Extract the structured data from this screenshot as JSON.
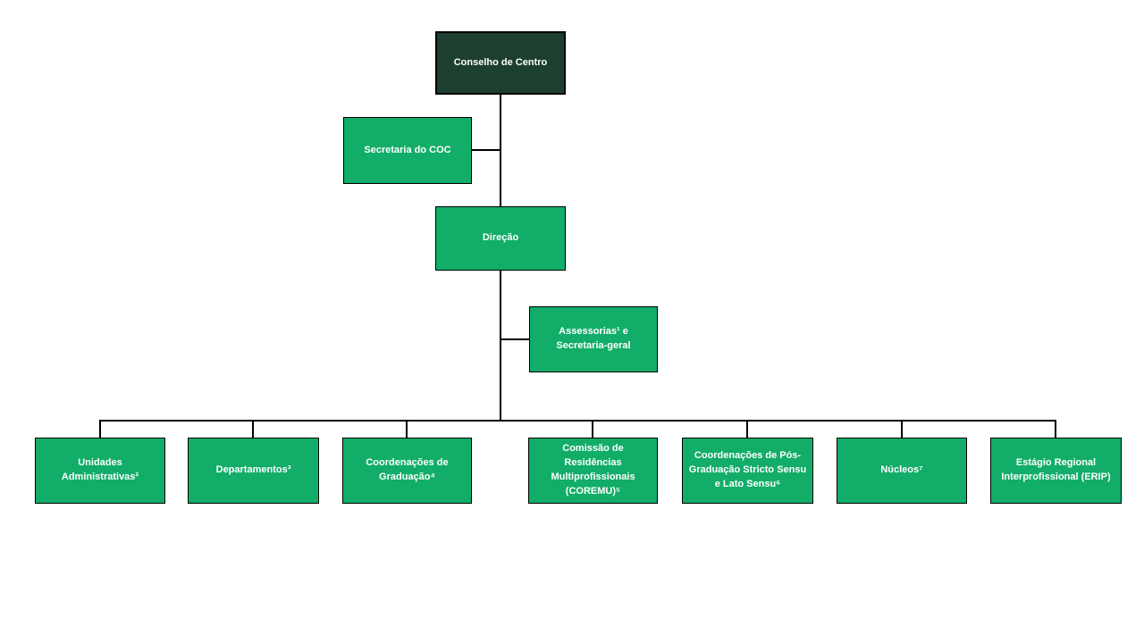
{
  "colors": {
    "root_fill": "#1d3f2f",
    "node_fill": "#12ad68",
    "border": "#000000",
    "text": "#ffffff",
    "connector": "#000000",
    "canvas_bg": "#ffffff"
  },
  "chart": {
    "type": "org-chart",
    "root": "Conselho de Centro"
  },
  "nodes": {
    "conselho": {
      "label": "Conselho de Centro"
    },
    "secretaria": {
      "label": "Secretaria do COC"
    },
    "direcao": {
      "label": "Direção"
    },
    "assessorias": {
      "label": "Assessorias¹ e Secretaria-geral"
    },
    "unidades": {
      "label": "Unidades Administrativas²"
    },
    "departamentos": {
      "label": "Departamentos³"
    },
    "coordenacoes_graduacao": {
      "label": "Coordenações de Graduação⁴"
    },
    "coremu": {
      "label": "Comissão de Residências Multiprofissionais (COREMU)⁵"
    },
    "pos_graduacao": {
      "label": "Coordenações de Pós-Graduação Stricto Sensu e Lato Sensu⁶"
    },
    "nucleos": {
      "label": "Núcleos⁷"
    },
    "erip": {
      "label": "Estágio Regional Interprofissional (ERIP)"
    }
  },
  "hierarchy": {
    "conselho": [
      "direcao"
    ],
    "conselho_side": [
      "secretaria"
    ],
    "direcao_side": [
      "assessorias"
    ],
    "direcao": [
      "unidades",
      "departamentos",
      "coordenacoes_graduacao",
      "coremu",
      "pos_graduacao",
      "nucleos",
      "erip"
    ]
  }
}
